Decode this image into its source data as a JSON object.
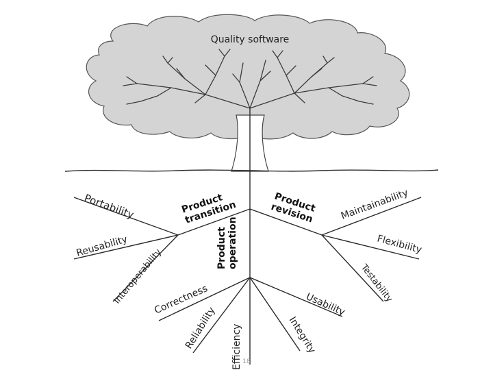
{
  "title": "Quality software",
  "categories": {
    "transition": [
      "Product",
      "transition"
    ],
    "revision": [
      "Product",
      "revision"
    ],
    "operation": [
      "Product",
      "operation"
    ]
  },
  "factors": {
    "portability": "Portability",
    "reusability": "Reusability",
    "interoperability": "Interoperability",
    "maintainability": "Maintainability",
    "flexibility": "Flexibility",
    "testability": "Testability",
    "correctness": "Correctness",
    "reliability": "Reliability",
    "efficiency": "Efficiency",
    "integrity": "Integrity",
    "usability": "Usability"
  },
  "page_number": "18",
  "colors": {
    "canopy": "#d4d4d4",
    "canopy_outline": "#555555",
    "trunk": "#ffffff",
    "lines": "#2a2a2a"
  }
}
